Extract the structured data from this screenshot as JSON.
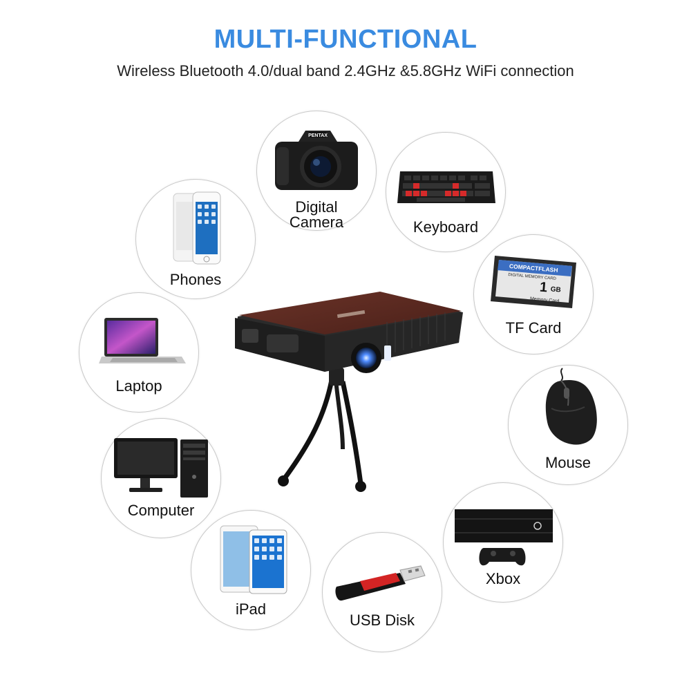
{
  "header": {
    "title": "MULTI-FUNCTIONAL",
    "subtitle": "Wireless Bluetooth 4.0/dual band 2.4GHz &5.8GHz WiFi connection"
  },
  "devices": {
    "camera": {
      "label_line1": "Digital",
      "label_line2": "Camera",
      "icon": "camera-icon",
      "brand": "PENTAX"
    },
    "keyboard": {
      "label": "Keyboard",
      "icon": "keyboard-icon"
    },
    "phones": {
      "label": "Phones",
      "icon": "phone-icon"
    },
    "tfcard": {
      "label": "TF Card",
      "icon": "memory-card-icon",
      "card_brand": "COMPACTFLASH",
      "card_size": "1",
      "card_unit": "GB",
      "card_caption": "Memory Card",
      "card_subtitle": "DIGITAL MEMORY CARD"
    },
    "laptop": {
      "label": "Laptop",
      "icon": "laptop-icon"
    },
    "mouse": {
      "label": "Mouse",
      "icon": "mouse-icon"
    },
    "computer": {
      "label": "Computer",
      "icon": "desktop-computer-icon"
    },
    "xbox": {
      "label": "Xbox",
      "icon": "game-console-icon"
    },
    "ipad": {
      "label": "iPad",
      "icon": "tablet-icon"
    },
    "usb": {
      "label": "USB Disk",
      "icon": "usb-drive-icon"
    }
  },
  "colors": {
    "accent": "#3a8be0",
    "projector_body": "#5a2a22",
    "border": "#c9c9c9"
  }
}
